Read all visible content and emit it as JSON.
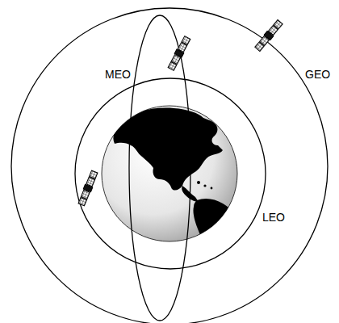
{
  "diagram": {
    "labels": [
      "MEO",
      "GEO",
      "LEO"
    ]
  }
}
